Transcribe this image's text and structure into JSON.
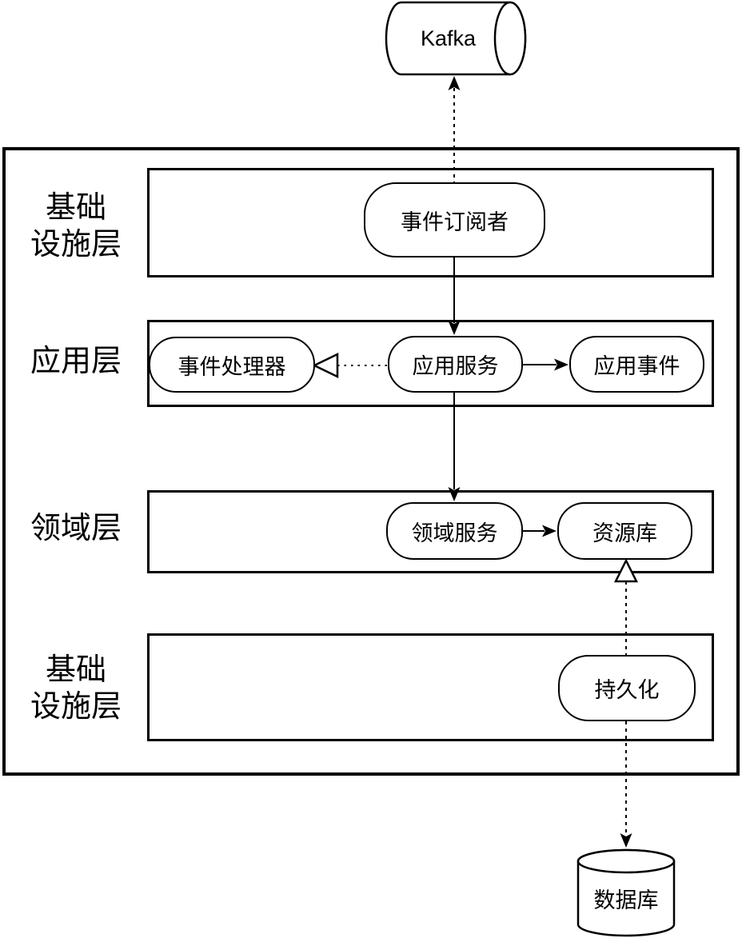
{
  "colors": {
    "stroke": "#000000",
    "background": "#ffffff"
  },
  "external_nodes": {
    "kafka": {
      "label": "Kafka",
      "shape": "horizontal-cylinder"
    },
    "database": {
      "label": "数据库",
      "shape": "cylinder"
    }
  },
  "layers": [
    {
      "label": "基础\n设施层"
    },
    {
      "label": "应用层"
    },
    {
      "label": "领域层"
    },
    {
      "label": "基础\n设施层"
    }
  ],
  "nodes": {
    "event_subscriber": {
      "label": "事件订阅者"
    },
    "event_processor": {
      "label": "事件处理器"
    },
    "application_service": {
      "label": "应用服务"
    },
    "application_event": {
      "label": "应用事件"
    },
    "domain_service": {
      "label": "领域服务"
    },
    "repository": {
      "label": "资源库"
    },
    "persistence": {
      "label": "持久化"
    }
  },
  "edges": [
    {
      "from": "事件订阅者",
      "to": "Kafka",
      "line": "dashed",
      "head": "filled-arrow"
    },
    {
      "from": "事件订阅者",
      "to": "应用服务",
      "line": "solid",
      "head": "filled-arrow"
    },
    {
      "from": "应用服务",
      "to": "事件处理器",
      "line": "dashed",
      "head": "hollow-triangle"
    },
    {
      "from": "应用服务",
      "to": "应用事件",
      "line": "solid",
      "head": "filled-arrow"
    },
    {
      "from": "应用服务",
      "to": "领域服务",
      "line": "solid",
      "head": "filled-arrow"
    },
    {
      "from": "领域服务",
      "to": "资源库",
      "line": "solid",
      "head": "filled-arrow"
    },
    {
      "from": "持久化",
      "to": "资源库",
      "line": "dashed",
      "head": "hollow-triangle"
    },
    {
      "from": "持久化",
      "to": "数据库",
      "line": "dashed",
      "head": "filled-arrow"
    }
  ]
}
